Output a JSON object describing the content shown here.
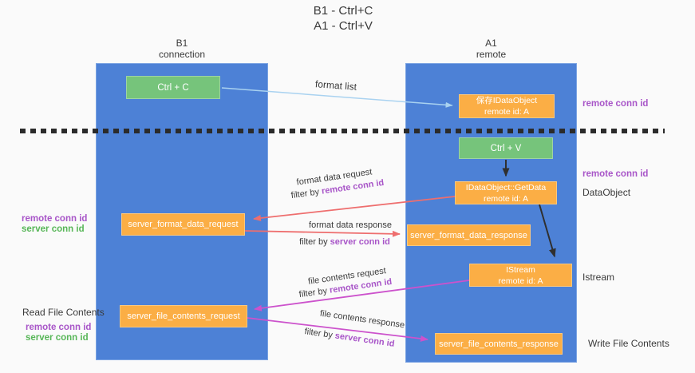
{
  "title": {
    "line1": "B1 - Ctrl+C",
    "line2": "A1 - Ctrl+V"
  },
  "lanes": {
    "b1": {
      "title": "B1",
      "subtitle": "connection"
    },
    "a1": {
      "title": "A1",
      "subtitle": "remote"
    }
  },
  "nodes": {
    "ctrl_c": {
      "label": "Ctrl + C"
    },
    "saved_dataobject": {
      "line1": "保存IDataObject",
      "line2": "remote id: A"
    },
    "ctrl_v": {
      "label": "Ctrl + V"
    },
    "getdata": {
      "line1": "IDataObject::GetData",
      "line2": "remote id: A"
    },
    "server_format_data_request": {
      "label": "server_format_data_request"
    },
    "server_format_data_response": {
      "label": "server_format_data_response"
    },
    "istream": {
      "line1": "IStream",
      "line2": "remote id: A"
    },
    "server_file_contents_request": {
      "label": "server_file_contents_request"
    },
    "server_file_contents_response": {
      "label": "server_file_contents_response"
    }
  },
  "labels": {
    "remote_conn_id": "remote conn id",
    "server_conn_id": "server conn id",
    "dataobject": "DataObject",
    "istream": "Istream",
    "read_file_contents": "Read File Contents",
    "write_file_contents": "Write File Contents",
    "filter_by": "filter by"
  },
  "arrow_labels": {
    "format_list": "format list",
    "format_data_request": "format data request",
    "format_data_response": "format data response",
    "file_contents_request": "file contents request",
    "file_contents_response": "file contents response"
  },
  "colors": {
    "lane_blue": "#4d81d6",
    "node_orange": "#fbae45",
    "node_green": "#76c47b",
    "arrow_red": "#ee6e6e",
    "arrow_magenta": "#cc52cc",
    "arrow_blue": "#a9d2f0",
    "arrow_black": "#2f2f2f",
    "label_purple": "#a855c8",
    "label_green": "#57b657",
    "ink": "#3a3a3a",
    "background": "#fafafa"
  }
}
